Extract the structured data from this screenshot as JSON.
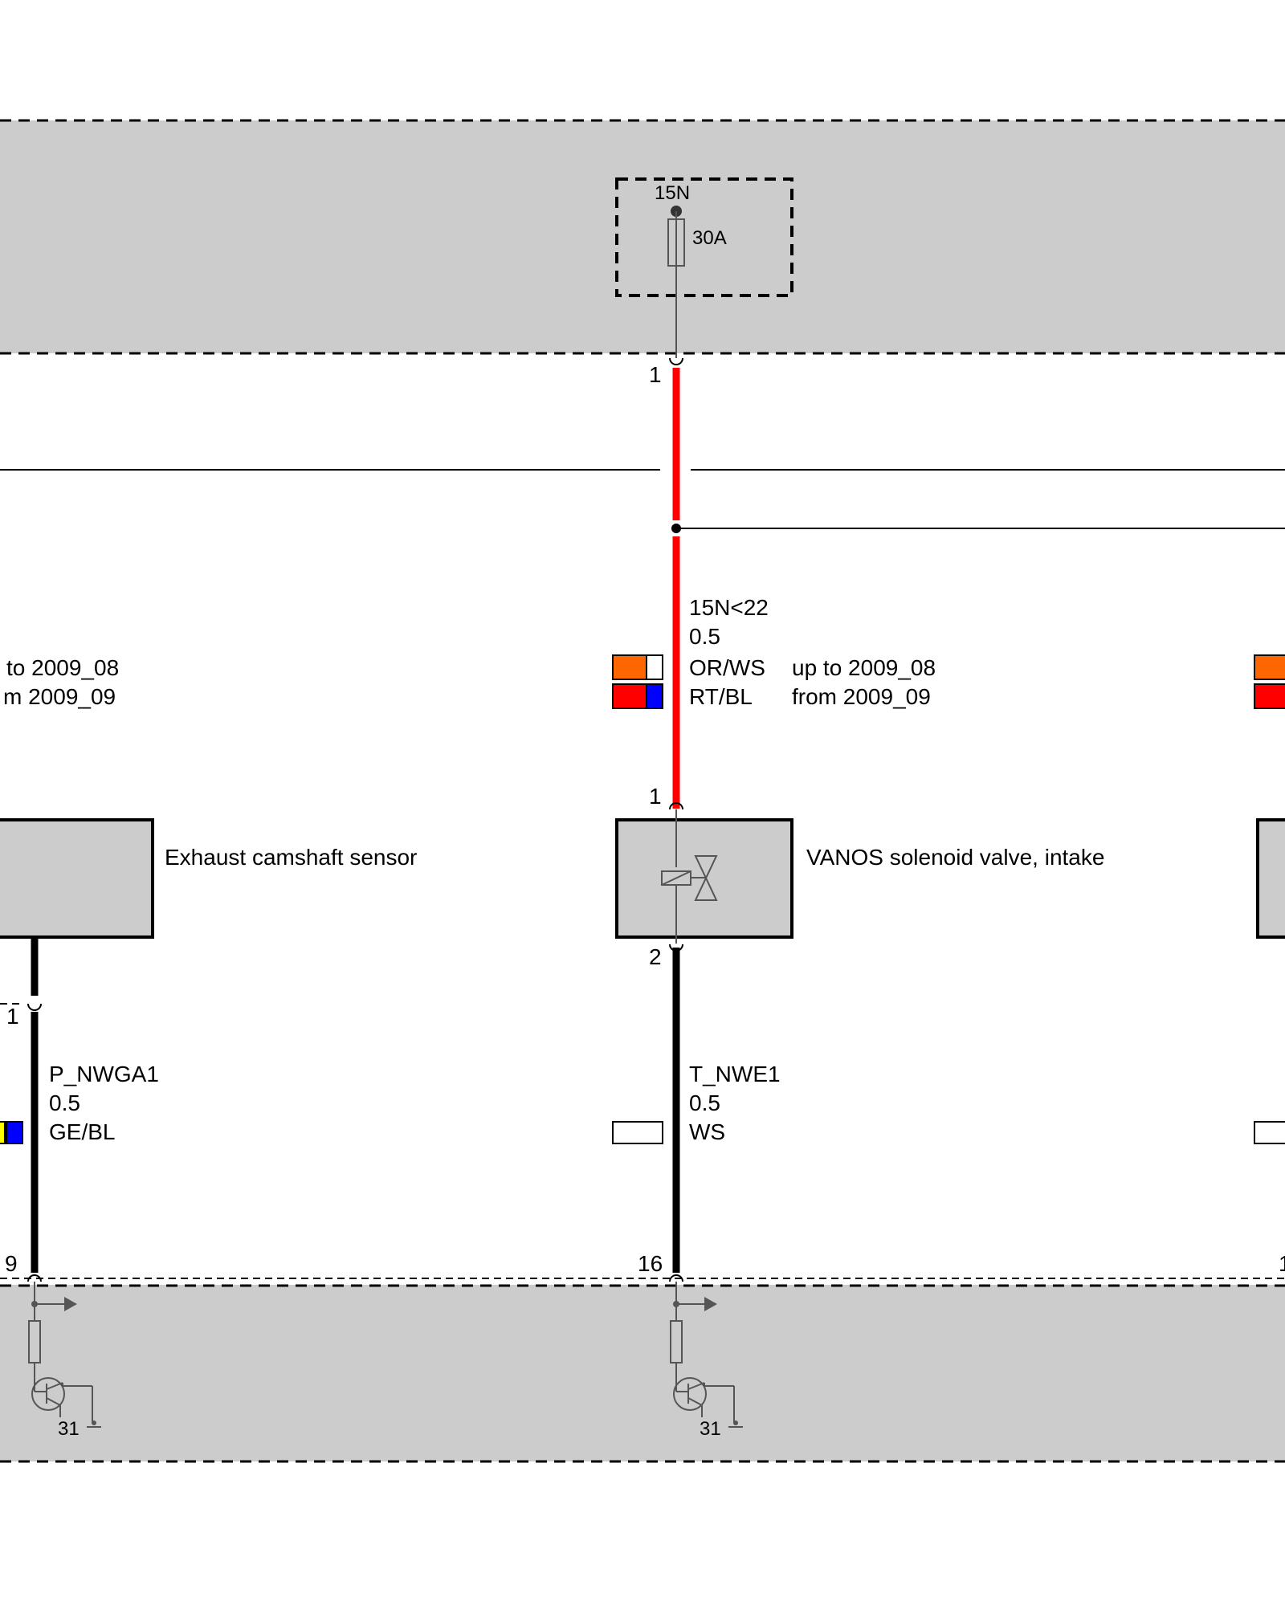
{
  "colors": {
    "panel_gray": "#cccccc",
    "wire_red": "#ff0000",
    "orange": "#ff6600",
    "white": "#ffffff",
    "blue": "#0000ff",
    "yellow": "#ffff00"
  },
  "fuse": {
    "terminal": "15N",
    "rating": "30A"
  },
  "top_wire": {
    "top_pin": "1",
    "name": "15N<22",
    "gauge": "0.5",
    "bottom_pin": "1",
    "variants": [
      {
        "color_code": "OR/WS",
        "validity": "up to 2009_08",
        "swatch": [
          "#ff6600",
          "#ffffff"
        ]
      },
      {
        "color_code": "RT/BL",
        "validity": "from 2009_09",
        "swatch": [
          "#ff0000",
          "#0000ff"
        ]
      }
    ]
  },
  "left_partial_validity": {
    "line1": "to 2009_08",
    "line2": "m 2009_09"
  },
  "components": {
    "exhaust_sensor": {
      "label": "Exhaust camshaft sensor"
    },
    "vanos_intake": {
      "label": "VANOS solenoid valve, intake"
    }
  },
  "left_wire": {
    "top_pin": "1",
    "name": "P_NWGA1",
    "gauge": "0.5",
    "color_code": "GE/BL",
    "bottom_pin": "9",
    "swatch": [
      "#ffff00",
      "#0000ff"
    ]
  },
  "center_wire": {
    "top_pin": "2",
    "name": "T_NWE1",
    "gauge": "0.5",
    "color_code": "WS",
    "bottom_pin": "16",
    "swatch": [
      "#ffffff"
    ]
  },
  "right_edge_pin": "1",
  "ground": {
    "left": "31",
    "center": "31"
  }
}
